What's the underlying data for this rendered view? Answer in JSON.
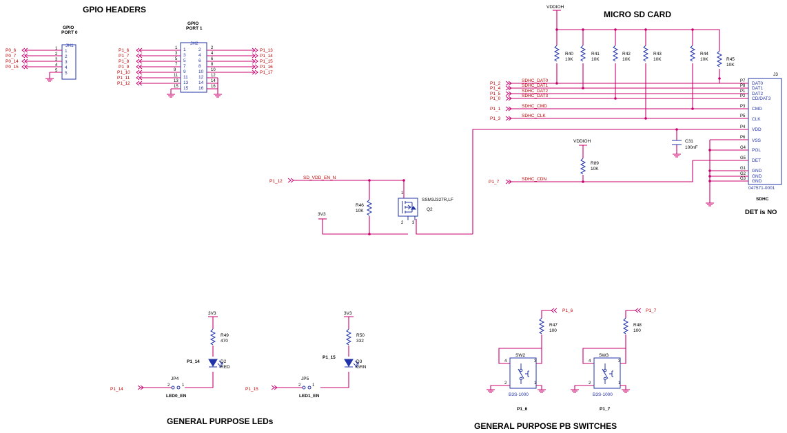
{
  "titles": {
    "gpio": "GPIO HEADERS",
    "sd": "MICRO SD CARD",
    "leds": "GENERAL PURPOSE LEDs",
    "switches": "GENERAL PURPOSE PB SWITCHES"
  },
  "jh1": {
    "header": [
      "GPIO",
      "PORT 0"
    ],
    "ref": "JH1",
    "nets": [
      "P0_6",
      "P0_7",
      "P0_14",
      "P0_15"
    ],
    "pins": [
      "1",
      "2",
      "3",
      "4",
      "5"
    ]
  },
  "jh2": {
    "header": [
      "GPIO",
      "PORT 1"
    ],
    "ref": "JH2",
    "left_nets": [
      "P1_6",
      "P1_7",
      "P1_8",
      "P1_9",
      "P1_10",
      "P1_11",
      "P1_12"
    ],
    "right_nets": [
      "P1_13",
      "P1_14",
      "P1_15",
      "P1_16",
      "P1_17"
    ],
    "left_pins": [
      "1",
      "3",
      "5",
      "7",
      "9",
      "11",
      "13",
      "15"
    ],
    "right_pins": [
      "2",
      "4",
      "6",
      "8",
      "10",
      "12",
      "14",
      "16"
    ]
  },
  "sd": {
    "vddioh": "VDDIOH",
    "resistors": [
      {
        "ref": "R40",
        "val": "10K"
      },
      {
        "ref": "R41",
        "val": "10K"
      },
      {
        "ref": "R42",
        "val": "10K"
      },
      {
        "ref": "R43",
        "val": "10K"
      },
      {
        "ref": "R44",
        "val": "10K"
      },
      {
        "ref": "R45",
        "val": "10K"
      }
    ],
    "ports": [
      "P1_2",
      "P1_4",
      "P1_5",
      "P1_0",
      "P1_1",
      "P1_3"
    ],
    "signals": [
      "SDHC_DAT0",
      "SDHC_DAT1",
      "SDHC_DAT2",
      "SDHC_DAT3",
      "SDHC_CMD",
      "SDHC_CLK"
    ],
    "connector": {
      "ref": "J3",
      "part": "047571-0001",
      "name": "SDHC",
      "pin_nums": [
        "P7",
        "P8",
        "P1",
        "P2",
        "P3",
        "P5",
        "P4",
        "P6",
        "G4",
        "G5",
        "G1",
        "G2",
        "G3"
      ],
      "pin_names": [
        "DAT0",
        "DAT1",
        "DAT2",
        "CD/DAT3",
        "CMD",
        "CLK",
        "VDD",
        "VSS",
        "POL",
        "DET",
        "GND",
        "GND",
        "GND"
      ]
    },
    "cap": {
      "ref": "C31",
      "val": "100nF"
    },
    "r89": {
      "ref": "R89",
      "val": "10K",
      "supply": "VDDIOH"
    },
    "cdn_port": "P1_7",
    "cdn_signal": "SDHC_CDN",
    "en_port": "P1_12",
    "en_signal": "SD_VDD_EN_N",
    "r46": {
      "ref": "R46",
      "val": "10K"
    },
    "supply_3v3": "3V3",
    "q2": {
      "part": "SSM3J327R,LF",
      "ref": "Q2",
      "pins": [
        "1",
        "2",
        "3"
      ]
    },
    "det_note": "DET is NO"
  },
  "leds": [
    {
      "supply": "3V3",
      "r_ref": "R49",
      "r_val": "470",
      "net": "P1_14",
      "d_ref": "D2",
      "d_color": "RED",
      "jp_ref": "JP4",
      "jp_name": "LED0_EN",
      "in_port": "P1_14",
      "jp_pins": [
        "2",
        "1"
      ]
    },
    {
      "supply": "3V3",
      "r_ref": "R50",
      "r_val": "332",
      "net": "P1_15",
      "d_ref": "D3",
      "d_color": "GRN",
      "jp_ref": "JP5",
      "jp_name": "LED1_EN",
      "in_port": "P1_15",
      "jp_pins": [
        "2",
        "1"
      ]
    }
  ],
  "switches": [
    {
      "port": "P1_6",
      "r_ref": "R47",
      "r_val": "100",
      "sw_ref": "SW2",
      "part": "B3S-1000",
      "caption": "P1_6",
      "pins": [
        "4",
        "3",
        "2",
        "1"
      ]
    },
    {
      "port": "P1_7",
      "r_ref": "R48",
      "r_val": "100",
      "sw_ref": "SW3",
      "part": "B3S-1000",
      "caption": "P1_7",
      "pins": [
        "4",
        "3",
        "2",
        "1"
      ]
    }
  ]
}
